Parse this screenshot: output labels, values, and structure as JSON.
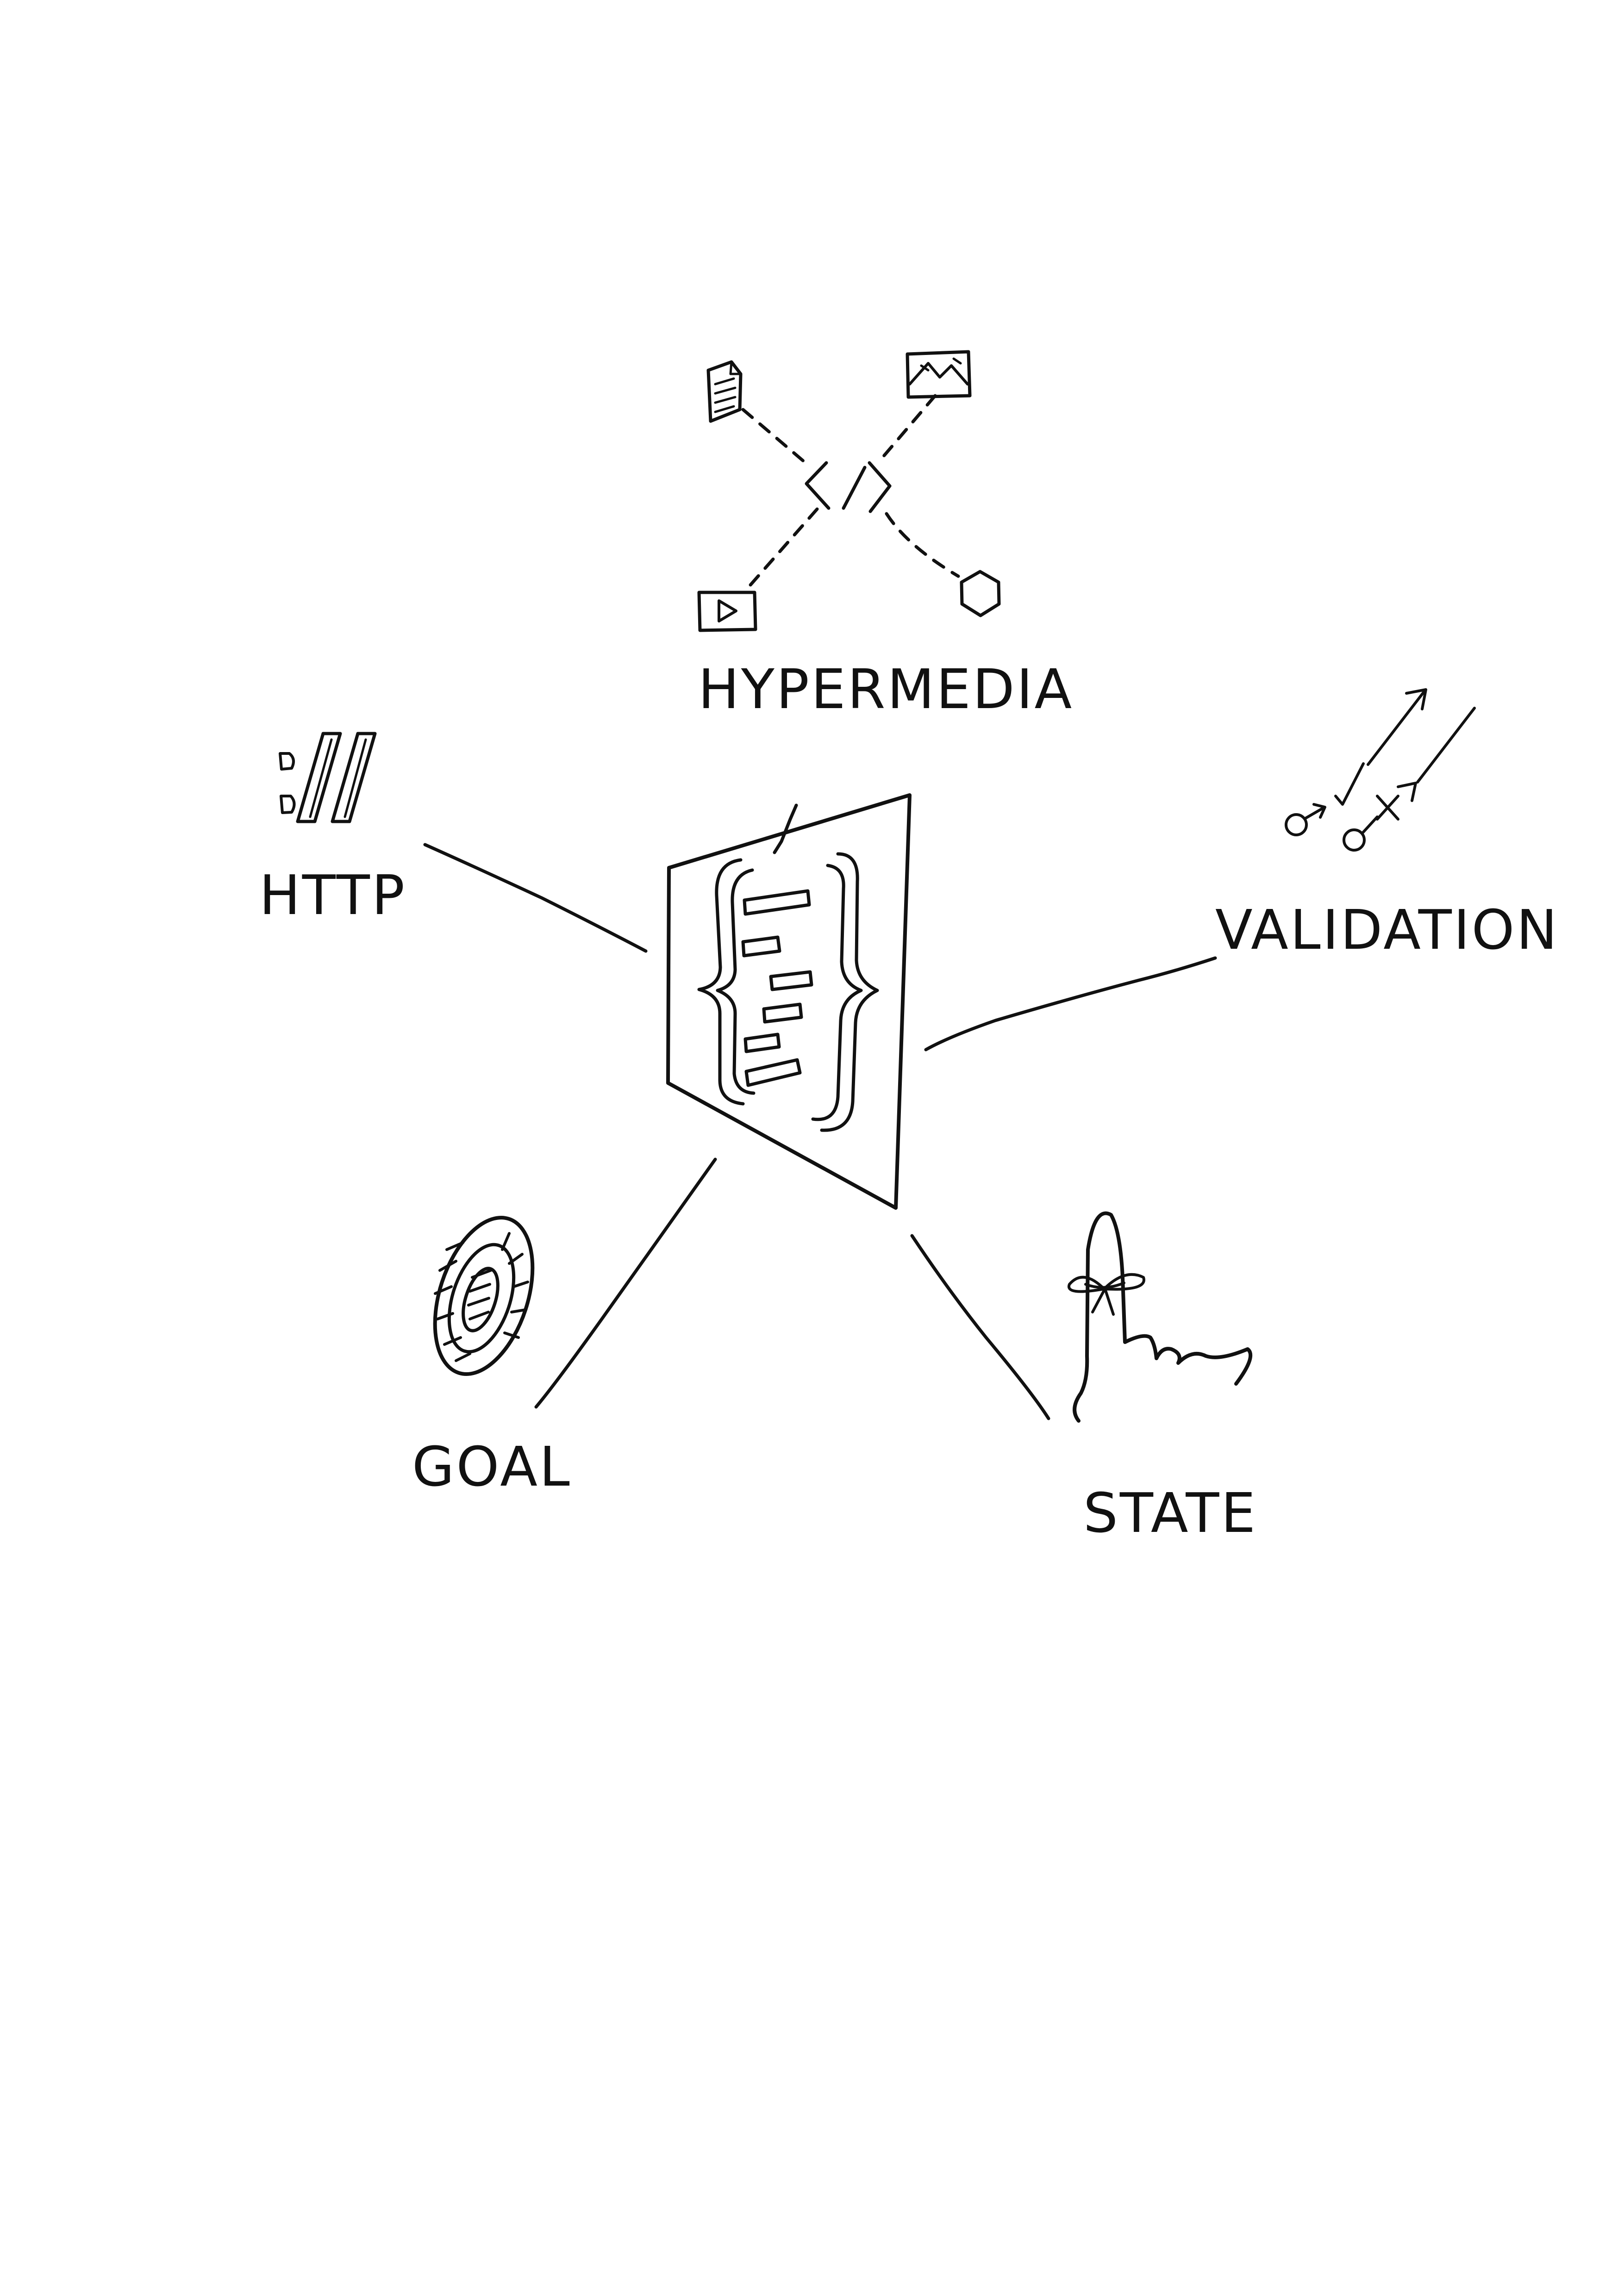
{
  "diagram": {
    "center": {
      "name": "json-document-icon"
    },
    "nodes": [
      {
        "key": "hypermedia",
        "label": "HYPERMEDIA",
        "icon": "hypermedia-links-icon"
      },
      {
        "key": "http",
        "label": "HTTP",
        "icon": "http-slashes-icon"
      },
      {
        "key": "validation",
        "label": "VALIDATION",
        "icon": "validation-arrows-icon"
      },
      {
        "key": "goal",
        "label": "GOAL",
        "icon": "target-icon"
      },
      {
        "key": "state",
        "label": "STATE",
        "icon": "finger-string-icon"
      }
    ]
  },
  "colors": {
    "ink": "#111111",
    "background": "#ffffff"
  }
}
